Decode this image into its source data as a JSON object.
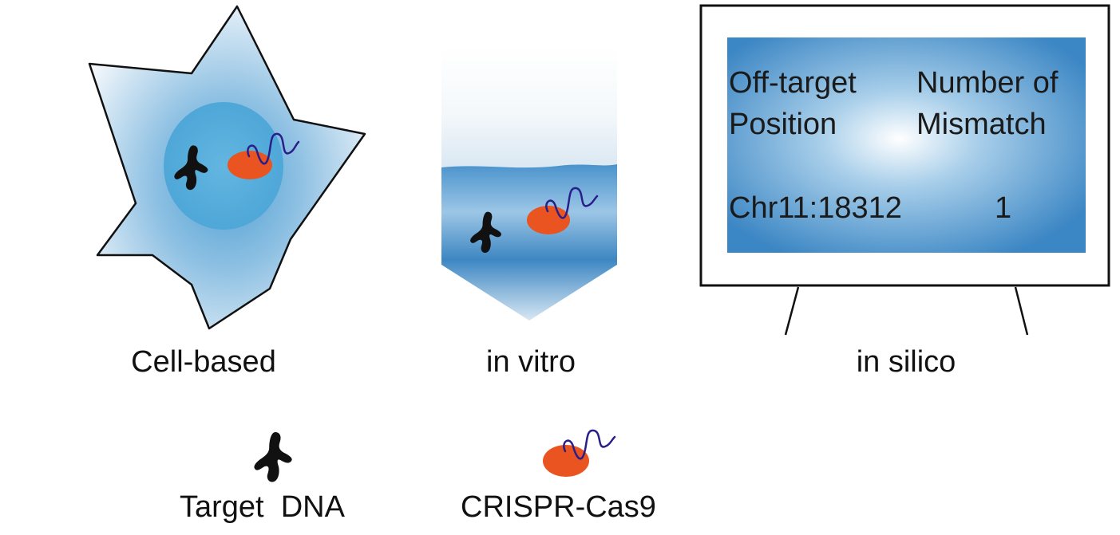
{
  "panels": {
    "cell_based": {
      "label": "Cell-based"
    },
    "in_vitro": {
      "label": "in vitro"
    },
    "in_silico": {
      "label": "in silico",
      "screen": {
        "col1_header_line1": "Off-target",
        "col1_header_line2": "Position",
        "col2_header_line1": "Number of",
        "col2_header_line2": "Mismatch",
        "row_position": "Chr11:18312",
        "row_mismatch": "1"
      }
    }
  },
  "legend": {
    "target_dna": {
      "label": "Target  DNA",
      "icon": "chromosome-icon"
    },
    "crispr_cas9": {
      "label": "CRISPR-Cas9",
      "icon": "cas9-grna-icon"
    }
  },
  "colors": {
    "cell_fill_center": "#5aaedc",
    "cell_fill_edge": "#eef4fa",
    "nucleus": "#5ab0dc",
    "liquid": "#3a86c4",
    "screen_blue": "#3a86c4",
    "cas9": "#e95420",
    "grna": "#2a1f8a",
    "chromosome": "#111111"
  }
}
